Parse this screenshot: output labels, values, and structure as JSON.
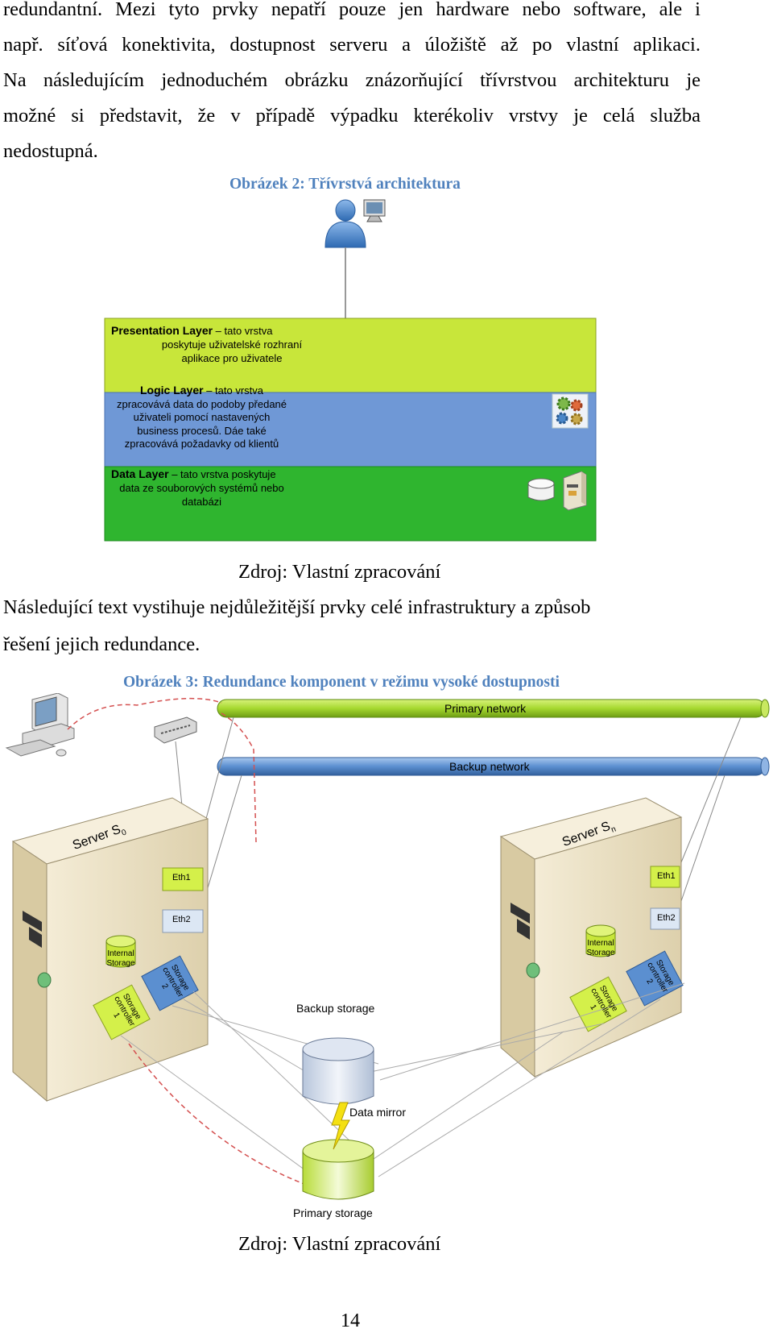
{
  "intro_paragraph": {
    "lines": [
      "redundantní. Mezi tyto prvky nepatří pouze jen hardware nebo software, ale i",
      "např. síťová konektivita, dostupnost serveru a úložiště až po vlastní aplikaci.",
      "Na následujícím jednoduchém obrázku znázorňující třívrstvou architekturu je",
      "možné si představit, že v případě výpadku kterékoliv vrstvy je celá služba",
      "nedostupná."
    ]
  },
  "figure2": {
    "caption": "Obrázek 2: Třívrstvá architektura",
    "layers": [
      {
        "title": "Presentation Layer",
        "desc_line1": " – tato vrstva",
        "desc_rest": [
          "poskytuje uživatelské rozhraní",
          "aplikace pro uživatele"
        ],
        "color": "#c8e63a"
      },
      {
        "title": "Logic Layer",
        "desc_line1": " – tato vrstva",
        "desc_rest": [
          "zpracovává data do podoby předané",
          "uživateli pomocí nastavených",
          "business procesů. Dáe také",
          "zpracovává požadavky od klientů"
        ],
        "color": "#6f98d6"
      },
      {
        "title": "Data Layer",
        "desc_line1": " – tato vrstva poskytuje",
        "desc_rest": [
          "data ze souborových systémů nebo",
          "databázi"
        ],
        "color": "#2fb52f"
      }
    ],
    "icons": [
      "user-icon",
      "monitor-icon",
      "gears-icon",
      "database-icon",
      "server-icon"
    ],
    "source": "Zdroj: Vlastní zpracování"
  },
  "middle_paragraph": {
    "lines": [
      "Následující text vystihuje nejdůležitější prvky celé infrastruktury a způsob",
      "řešení jejich redundance."
    ]
  },
  "figure3": {
    "caption": "Obrázek 3: Redundance komponent v režimu vysoké dostupnosti",
    "primary_network": "Primary network",
    "backup_network": "Backup network",
    "server0": {
      "name": "Server S",
      "sub": "0",
      "eth1": "Eth1",
      "eth2": "Eth2",
      "internal_storage": [
        "Internal",
        "Storage"
      ],
      "controller1": [
        "Storage",
        "controller",
        "1"
      ],
      "controller2": [
        "Storage",
        "controller",
        "2"
      ]
    },
    "servern": {
      "name": "Server S",
      "sub": "n",
      "eth1": "Eth1",
      "eth2": "Eth2",
      "internal_storage": [
        "Internal",
        "Storage"
      ],
      "controller1": [
        "Storage",
        "controller",
        "1"
      ],
      "controller2": [
        "Storage",
        "controller",
        "2"
      ]
    },
    "backup_storage": "Backup storage",
    "data_mirror": "Data mirror",
    "primary_storage": "Primary storage",
    "icons": [
      "computer-icon",
      "switch-icon",
      "lightning-icon"
    ],
    "colors": {
      "primary_network": "#a6d82f",
      "backup_network": "#5b8fd0",
      "server_body": "#efe3c6",
      "eth_box": "#d4f04a"
    },
    "source": "Zdroj: Vlastní zpracování"
  },
  "page_number": "14"
}
